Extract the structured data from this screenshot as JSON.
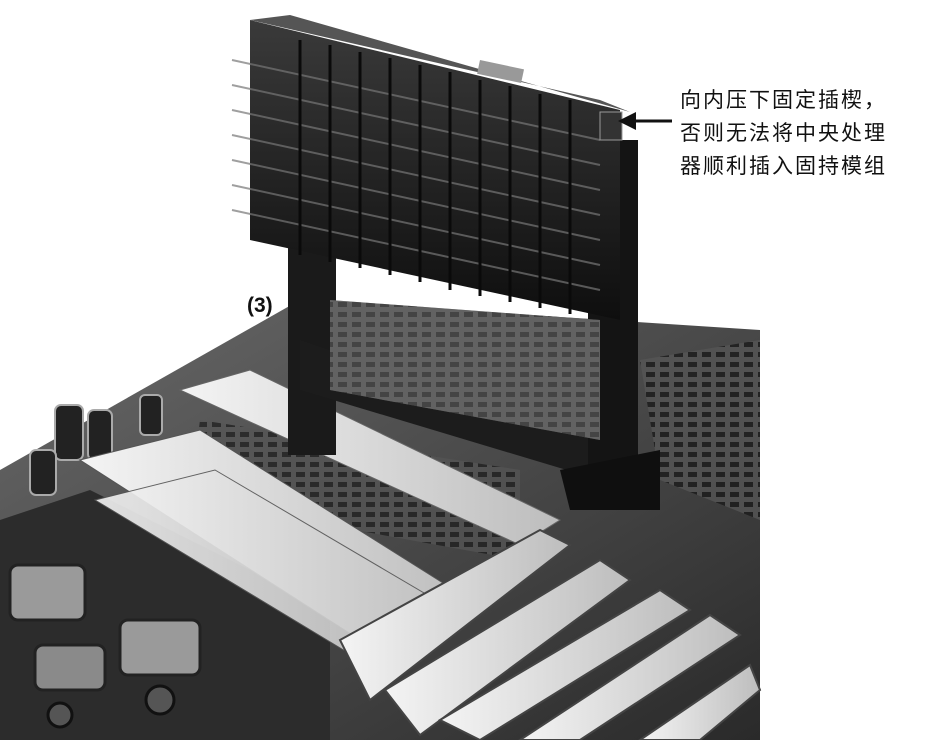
{
  "figure": {
    "step_label": "(3)",
    "callout_lines": [
      "向内压下固定插楔，",
      "否则无法将中央处理",
      "器顺利插入固持模组"
    ]
  }
}
